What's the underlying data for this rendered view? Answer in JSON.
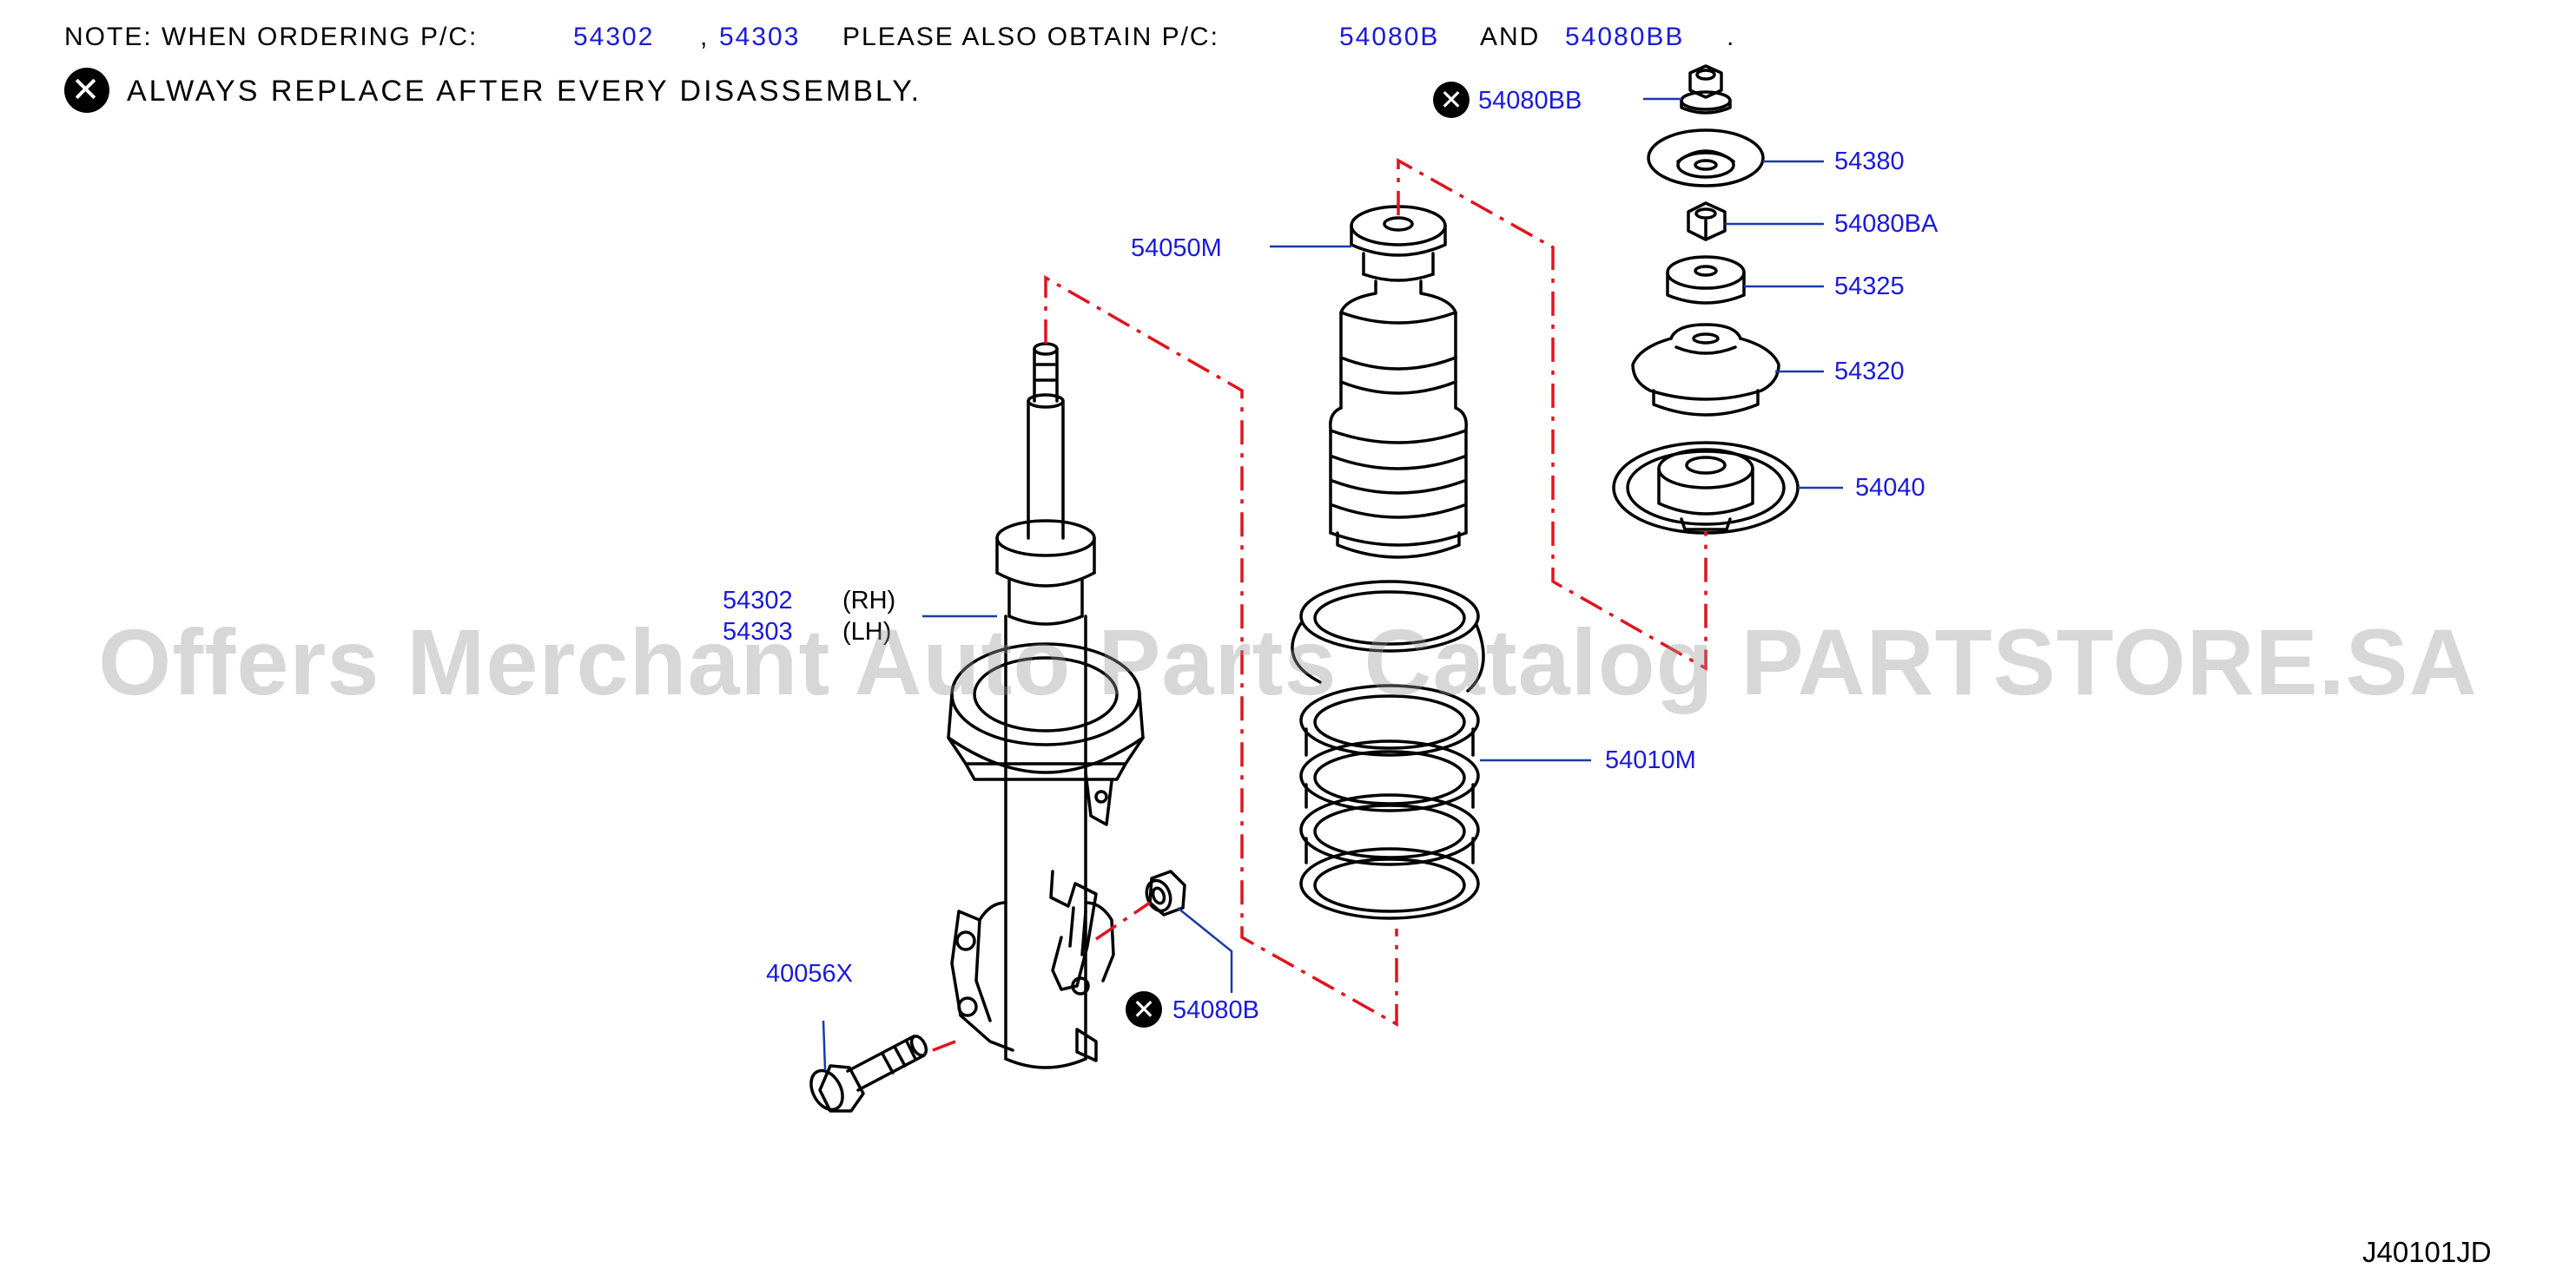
{
  "note": {
    "prefix": "NOTE:   WHEN   ORDERING   P/C:",
    "part1": "54302",
    "sep": ",",
    "part2": "54303",
    "mid": "PLEASE   ALSO   OBTAIN   P/C:",
    "part3": "54080B",
    "and": "AND",
    "part4": "54080BB",
    "end": "."
  },
  "warning": {
    "icon": "x-circle-icon",
    "text": "ALWAYS   REPLACE   AFTER   EVERY   DISASSEMBLY."
  },
  "labels": {
    "p54080BB": "54080BB",
    "p54380": "54380",
    "p54080BA": "54080BA",
    "p54325": "54325",
    "p54320": "54320",
    "p54040": "54040",
    "p54050M": "54050M",
    "p54302": "54302",
    "rh": "(RH)",
    "p54303": "54303",
    "lh": "(LH)",
    "p54010M": "54010M",
    "p40056X": "40056X",
    "p54080B": "54080B"
  },
  "watermark": "Offers Merchant Auto Parts Catalog PARTSTORE.SA",
  "diagram_code": "J40101JD",
  "colors": {
    "part_number": "#1a1ad8",
    "leader": "#1a3aa8",
    "assembly_line": "#e0141e",
    "outline": "#000000"
  }
}
